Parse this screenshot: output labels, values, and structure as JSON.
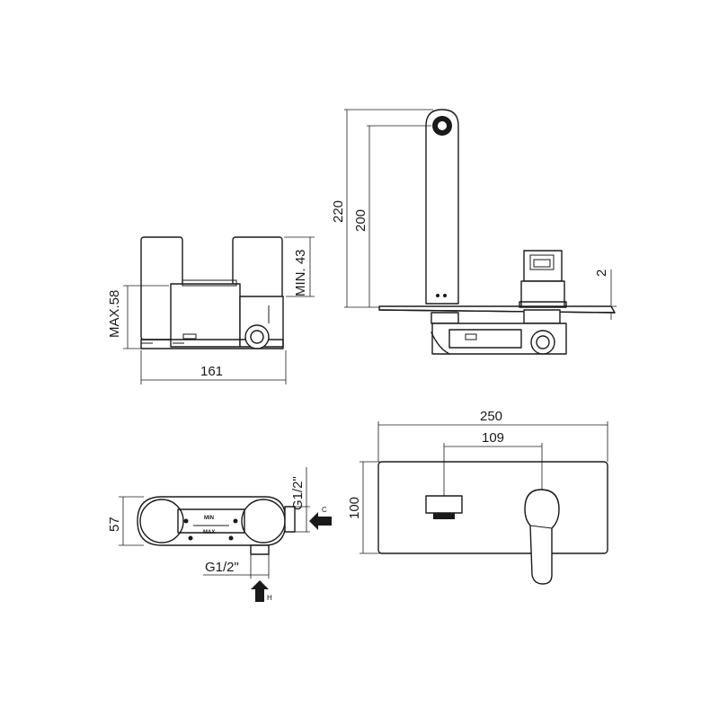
{
  "dimensions": {
    "d161": "161",
    "max58": "MAX.58",
    "min43": "MIN. 43",
    "d220": "220",
    "d200": "200",
    "d2": "2",
    "d250": "250",
    "d109": "109",
    "d100": "100",
    "d57": "57",
    "g12_top": "G1/2\"",
    "g12_bottom": "G1/2\""
  },
  "labels": {
    "min": "MIN",
    "max": "MAX",
    "cold": "C",
    "hot": "H"
  }
}
